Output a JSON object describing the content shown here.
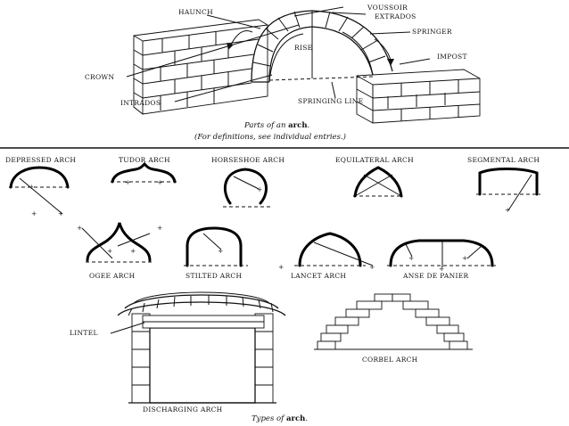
{
  "parts_diagram": {
    "labels": {
      "haunch": "HAUNCH",
      "voussoir": "VOUSSOIR",
      "extrados": "EXTRADOS",
      "springer": "SPRINGER",
      "rise": "RISE",
      "impost": "IMPOST",
      "crown": "CROWN",
      "intrados": "INTRADOS",
      "springing_line": "SPRINGING LINE"
    },
    "caption_line1_prefix": "Parts of an",
    "caption_line1_bold": "arch",
    "caption_line1_suffix": ".",
    "caption_line2": "(For definitions, see individual entries.)"
  },
  "arch_types": {
    "depressed": "DEPRESSED ARCH",
    "tudor": "TUDOR ARCH",
    "horseshoe": "HORSESHOE ARCH",
    "equilateral": "EQUILATERAL ARCH",
    "segmental": "SEGMENTAL ARCH",
    "ogee": "OGEE ARCH",
    "stilted": "STILTED ARCH",
    "lancet": "LANCET ARCH",
    "anse_de_panier": "ANSE DE PANIER",
    "lintel": "LINTEL",
    "corbel": "CORBEL ARCH",
    "discharging": "DISCHARGING ARCH"
  },
  "types_caption_prefix": "Types of",
  "types_caption_bold": "arch",
  "types_caption_suffix": "."
}
